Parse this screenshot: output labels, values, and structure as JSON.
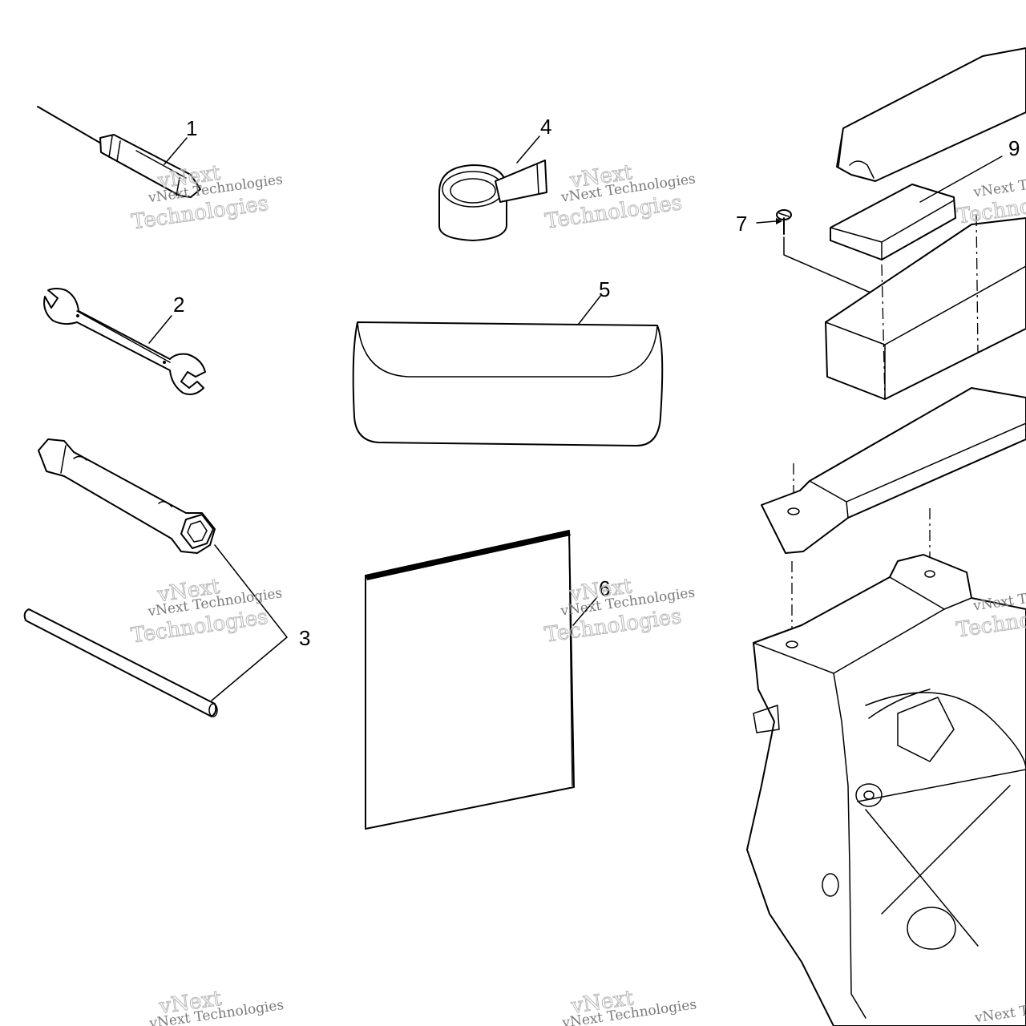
{
  "callouts": {
    "c1": "1",
    "c2": "2",
    "c3": "3",
    "c4": "4",
    "c5": "5",
    "c6": "6",
    "c7": "7",
    "c9": "9"
  },
  "watermark": {
    "brand_small": "vNext Technologies",
    "brand_top": "vNext",
    "brand_large": "Technologies"
  },
  "parts": [
    "screwdriver",
    "open-end-wrench",
    "spark-plug-socket-wrench",
    "tommy-bar",
    "roll-of-tape",
    "tool-pouch",
    "owners-manual",
    "screw",
    "battery-cover",
    "battery-pad",
    "battery-box",
    "mounting-bracket",
    "housing"
  ]
}
